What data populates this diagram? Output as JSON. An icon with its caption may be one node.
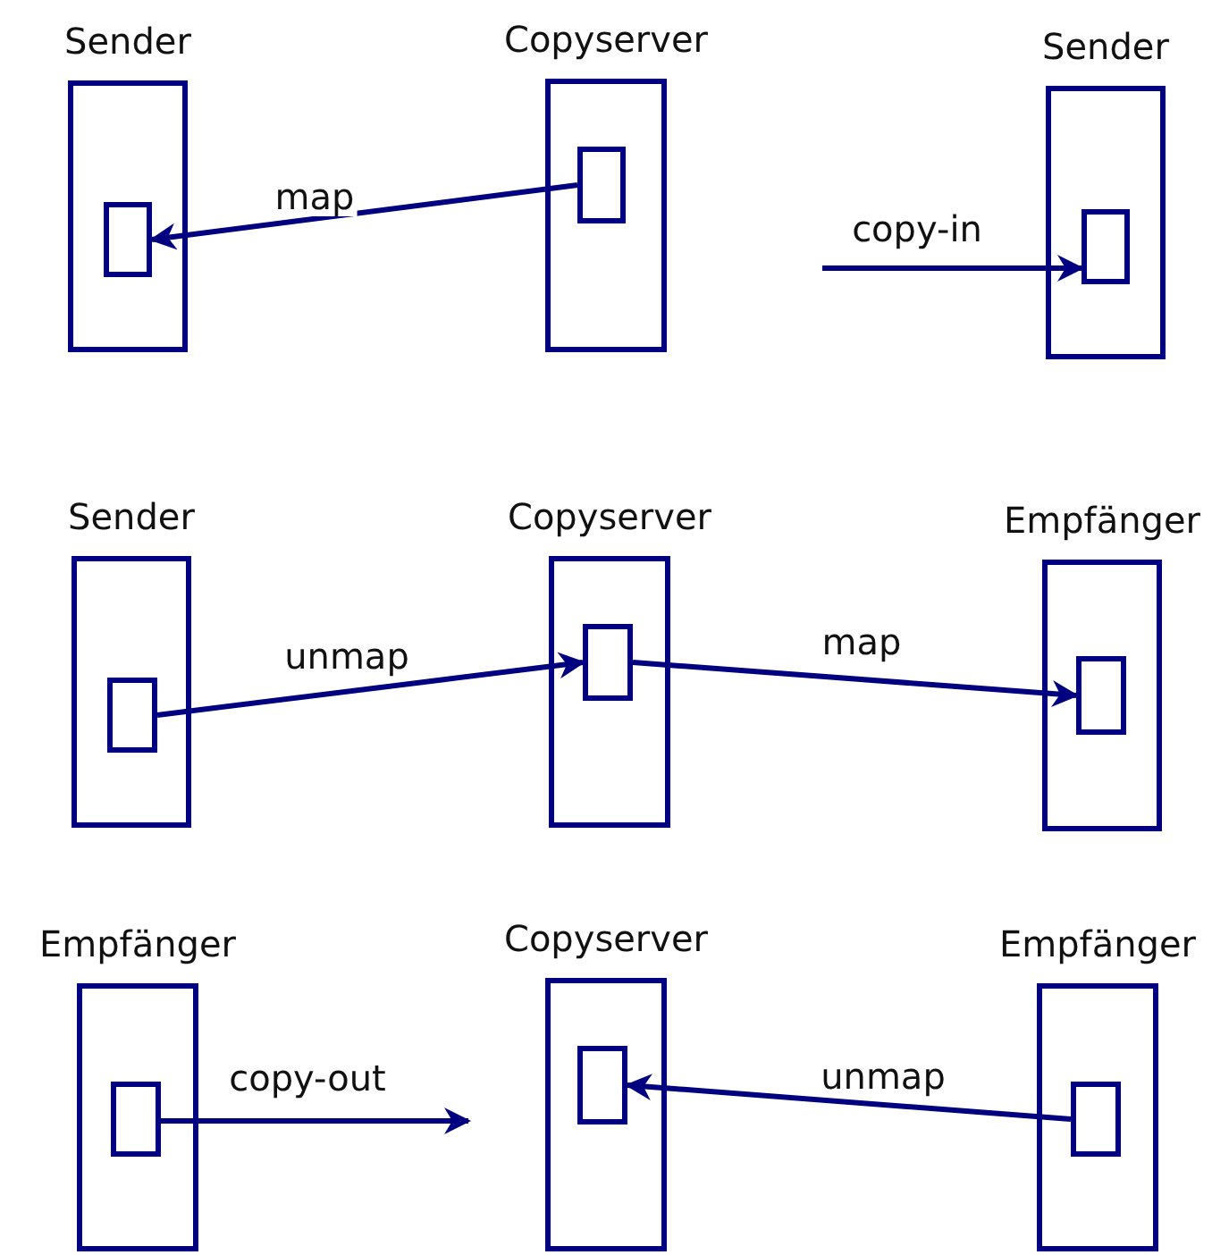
{
  "diagram": {
    "nodes": [
      {
        "text": [
          "Sender"
        ]
      },
      {
        "text": [],
        "shape": "box",
        "in": 0
      },
      {
        "text": [
          "Copyserver"
        ]
      },
      {
        "text": [],
        "shape": "box",
        "in": 2
      },
      {
        "text": [
          "Sender"
        ]
      },
      {
        "text": [],
        "shape": "box",
        "in": 4
      },
      {
        "text": [
          "Sender"
        ]
      },
      {
        "text": [],
        "shape": "box",
        "in": 6
      },
      {
        "text": [
          "Copyserver"
        ]
      },
      {
        "text": [],
        "shape": "box",
        "in": 8
      },
      {
        "text": [
          "Empfänger"
        ]
      },
      {
        "text": [],
        "shape": "box",
        "in": 10
      },
      {
        "text": [
          "Empfänger"
        ]
      },
      {
        "text": [],
        "shape": "box",
        "in": 12
      },
      {
        "text": [
          "Copyserver"
        ]
      },
      {
        "text": [],
        "shape": "box",
        "in": 14
      },
      {
        "text": [
          "Empfänger"
        ]
      },
      {
        "text": [],
        "shape": "box",
        "in": 16
      }
    ],
    "edges": [
      {
        "from": 3,
        "to": 1,
        "arrow": "to",
        "label": "map"
      },
      {
        "from": null,
        "to": 5,
        "arrow": "to",
        "label": "copy-in"
      },
      {
        "from": 7,
        "to": 9,
        "arrow": "to",
        "label": "unmap"
      },
      {
        "from": 9,
        "to": 11,
        "arrow": "to",
        "label": "map"
      },
      {
        "from": 13,
        "to": null,
        "arrow": "to",
        "label": "copy-out"
      },
      {
        "from": 17,
        "to": 15,
        "arrow": "to",
        "label": "unmap"
      }
    ]
  }
}
